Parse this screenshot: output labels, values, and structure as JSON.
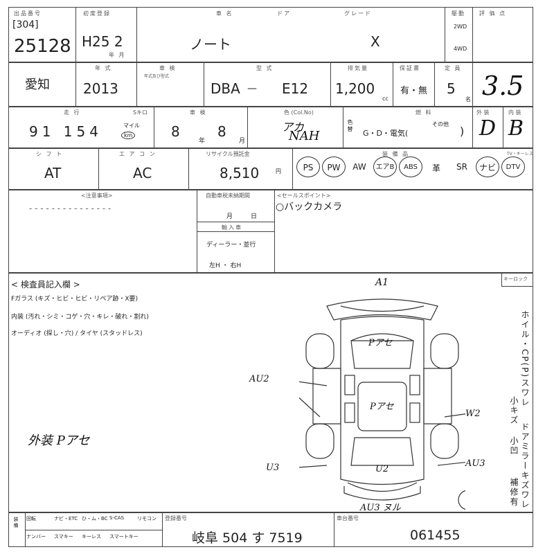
{
  "header": {
    "auction_site_label": "出品番号",
    "lot_prefix": "[304]",
    "lot_number": "25128",
    "first_reg_label": "初度登録",
    "first_reg": "H25 2",
    "first_reg_unit": "年 月",
    "maker_label": "車 名",
    "car_name": "ノート",
    "door_label": "ドア",
    "grade_label": "グレード",
    "grade": "X",
    "drive_label": "駆動",
    "drive_2wd": "2WD",
    "drive_4wd": "4WD",
    "score_label": "評 価 点",
    "score": "3.5"
  },
  "row2": {
    "region": "愛知",
    "year_label": "年 式",
    "year": "2013",
    "inspection_label": "車 検",
    "inspection_sub": "年式及び型式",
    "type_label": "型 式",
    "type_prefix": "DBA",
    "type_code": "E12",
    "displacement_label": "排気量",
    "displacement": "1,200",
    "displacement_unit": "cc",
    "record_label": "保証書",
    "record": "有・無",
    "capacity_label": "定 員",
    "capacity": "5",
    "capacity_unit": "名"
  },
  "row3": {
    "mileage_label": "走 行",
    "mileage_unit_label": "Sキロ",
    "mileage": "91 154",
    "mileage_unit": "マイル",
    "mileage_circled": "km",
    "inspection_label": "車 検",
    "inspection_year": "8",
    "inspection_year_unit": "年",
    "inspection_month": "8",
    "inspection_month_unit": "月",
    "color_label": "色 (Col.No)",
    "color_handwritten": "アカ",
    "color_code_handwritten": "NAH",
    "color_change_label": "色替",
    "fuel_label": "燃 料",
    "fuel_options": "G・D・電気(",
    "fuel_other": "その他",
    "fuel_close": ")",
    "exterior_label": "外 装",
    "exterior": "D",
    "interior_label": "内 装",
    "interior": "B"
  },
  "row4": {
    "shift_label": "シ フ ト",
    "shift": "AT",
    "ac_label": "エ ア コ ン",
    "ac": "AC",
    "recycle_label": "リサイクル預託金",
    "recycle": "8,510",
    "recycle_unit": "円",
    "equipment_label": "装 備 品",
    "equipment": [
      {
        "name": "PS",
        "circled": true
      },
      {
        "name": "PW",
        "circled": true
      },
      {
        "name": "AW",
        "circled": false
      },
      {
        "name": "エアB",
        "circled": true
      },
      {
        "name": "ABS",
        "circled": true
      },
      {
        "name": "革",
        "circled": false
      },
      {
        "name": "SR",
        "circled": false
      },
      {
        "name": "ナビ",
        "circled": true
      },
      {
        "name": "DTV",
        "circled": true
      }
    ],
    "extra_label": "TV・キーレス"
  },
  "row5": {
    "notes_label": "<注意事項>",
    "history_label": "自動車税未納期間",
    "history_month": "月",
    "history_day": "日",
    "import_label": "輸入車",
    "import_dealer": "ディーラー・並行",
    "import_handle": "左H ・ 右H",
    "sales_label": "<セールスポイント>",
    "sales_point": "○バックカメラ",
    "keyless_label": "キーロック"
  },
  "inspection": {
    "title": "< 検査員記入欄 >",
    "line1": "Fガラス (キズ・ヒビ・ヒビ・リペア跡・X要)",
    "line1_mark": "X要",
    "line2": "内装 (汚れ・シミ・コゲ・穴・キレ・破れ・割れ)",
    "line3": "オーディオ (探し・穴) / タイヤ (スタッドレス)",
    "handwritten_note": "外装 Pアセ",
    "side_text_1": "ホイル・CP(P)スワレ",
    "side_text_2": "小キズ",
    "side_text_3": "ドアミラーキズワレ",
    "side_text_4": "小凹",
    "side_text_5": "補修有",
    "marks": {
      "front": "A1",
      "hood": "Pアセ",
      "roof": "Pアセ",
      "left": "AU2",
      "right": "W2",
      "rear_left": "U3",
      "rear_center": "U2",
      "rear_right": "AU3",
      "bottom": "AU3 ヌル"
    }
  },
  "footer": {
    "opts": [
      "回転",
      "ナビ・ETC",
      "ひ・ム・BC",
      "S-CAS",
      "リモコン"
    ],
    "opts2": [
      "ナンバー",
      "スマキー",
      "キーレス",
      "スマートキー"
    ],
    "plate_label": "登録番号",
    "plate": "岐阜 504 す 7519",
    "vin_label": "車台番号",
    "vin": "061455"
  }
}
